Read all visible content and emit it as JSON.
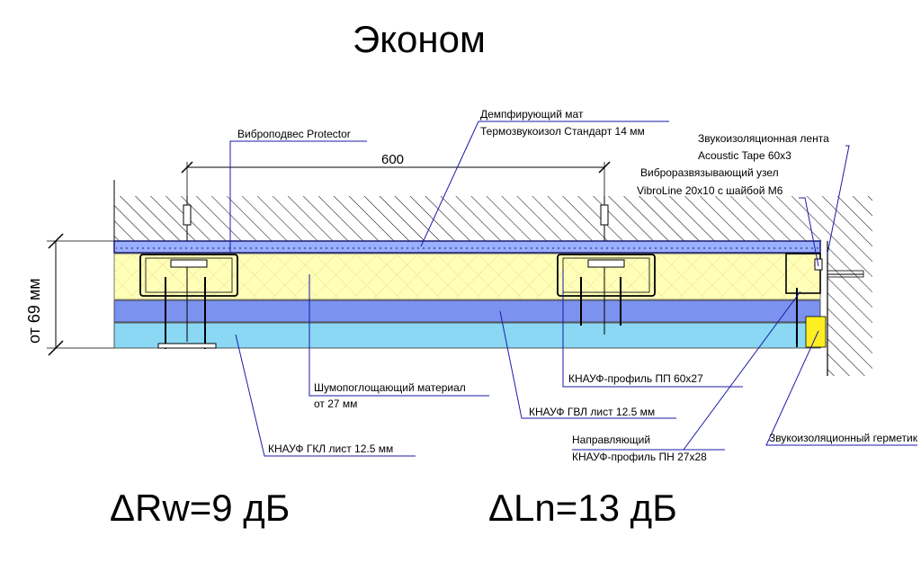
{
  "title": "Эконом",
  "dimensions": {
    "spacing": "600",
    "thickness": "от 69 мм"
  },
  "labels": {
    "vibro_hanger": "Виброподвес Protector",
    "damping_mat_line1": "Демпфирующий мат",
    "damping_mat_line2": "Термозвукоизол Стандарт 14 мм",
    "tape_line1": "Звукоизоляционная лента",
    "tape_line2": "Acoustic Tape 60х3",
    "node_line1": "Виброразвязывающий узел",
    "node_line2": "VibroLine 20х10 с шайбой М6",
    "absorber_line1": "Шумопоглощающий материал",
    "absorber_line2": "от 27 мм",
    "profile_pp": "КНАУФ-профиль ПП 60х27",
    "gvl": "КНАУФ ГВЛ лист 12.5 мм",
    "guide_line1": "Направляющий",
    "guide_line2": "КНАУФ-профиль ПН 27х28",
    "gkl": "КНАУФ ГКЛ лист 12.5 мм",
    "sealant": "Звукоизоляционный герметик"
  },
  "results": {
    "rw": "ΔRw=9 дБ",
    "ln": "ΔLn=13 дБ"
  },
  "colors": {
    "leader": "#1a1aa8",
    "mat": "#9bb0ff",
    "absorber": "#ffffb8",
    "gvl": "#7b93ef",
    "gkl": "#8ad8f4",
    "sealant": "#ffee22"
  }
}
